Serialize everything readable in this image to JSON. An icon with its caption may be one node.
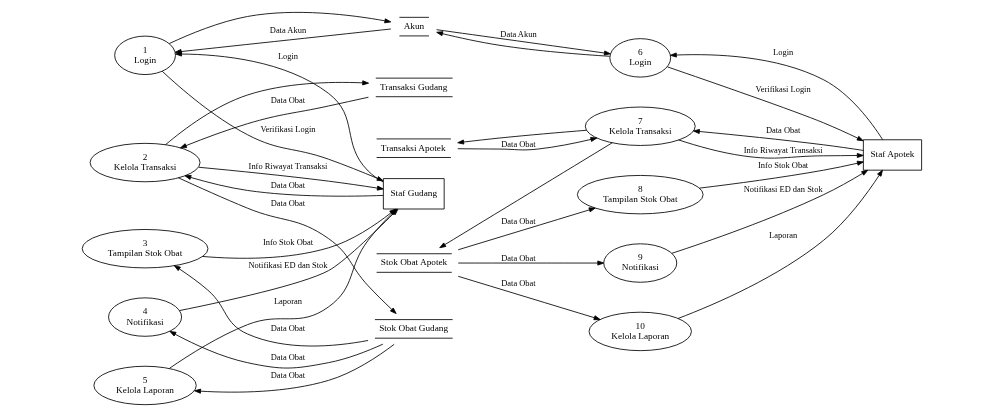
{
  "diagram": {
    "nodes": [
      {
        "text": [
          "1",
          "Login"
        ]
      },
      {
        "text": [
          "Akun"
        ]
      },
      {
        "text": [
          "6",
          "Login"
        ]
      },
      {
        "text": [
          "2",
          "Kelola Transaksi"
        ]
      },
      {
        "text": [
          "Transaksi Gudang"
        ]
      },
      {
        "text": [
          "Transaksi Apotek"
        ]
      },
      {
        "text": [
          "7",
          "Kelola Transaksi"
        ]
      },
      {
        "text": [
          "Staf Gudang"
        ]
      },
      {
        "text": [
          "3",
          "Tampilan Stok Obat"
        ]
      },
      {
        "text": [
          "8",
          "Tampilan Stok Obat"
        ]
      },
      {
        "text": [
          "Staf Apotek"
        ]
      },
      {
        "text": [
          "4",
          "Notifikasi"
        ]
      },
      {
        "text": [
          "Stok Obat Gudang"
        ]
      },
      {
        "text": [
          "Stok Obat Apotek"
        ]
      },
      {
        "text": [
          "9",
          "Notifikasi"
        ]
      },
      {
        "text": [
          "5",
          "Kelola Laporan"
        ]
      },
      {
        "text": [
          "10",
          "Kelola Laporan"
        ]
      }
    ],
    "edges": [
      {
        "from": 7,
        "to": 0,
        "label": "Login",
        "arrow": "to"
      },
      {
        "from": 0,
        "to": 7,
        "label": "Verifikasi Login",
        "arrow": "to"
      },
      {
        "from": 0,
        "to": 1,
        "arrow": "to"
      },
      {
        "from": 1,
        "to": 0,
        "label": "Data Akun",
        "arrow": "to"
      },
      {
        "from": 2,
        "to": 1,
        "arrow": "to"
      },
      {
        "from": 1,
        "to": 2,
        "label": "Data Akun",
        "arrow": "to"
      },
      {
        "from": 10,
        "to": 2,
        "label": "Login",
        "arrow": "to"
      },
      {
        "from": 2,
        "to": 10,
        "label": "Verifikasi Login",
        "arrow": "to"
      },
      {
        "from": 7,
        "to": 3,
        "label": "Data Obat",
        "arrow": "to"
      },
      {
        "from": 3,
        "to": 7,
        "label": "Info Riwayat Transaksi",
        "arrow": "to"
      },
      {
        "from": 3,
        "to": 4,
        "arrow": "to"
      },
      {
        "from": 4,
        "to": 3,
        "label": "Data Obat",
        "arrow": "to"
      },
      {
        "from": 3,
        "to": 12,
        "label": "Data Obat",
        "arrow": "to"
      },
      {
        "from": 10,
        "to": 6,
        "label": "Data Obat",
        "arrow": "to"
      },
      {
        "from": 6,
        "to": 10,
        "label": "Info Riwayat Transaksi",
        "arrow": "to"
      },
      {
        "from": 6,
        "to": 5,
        "arrow": "to"
      },
      {
        "from": 5,
        "to": 6,
        "label": "Data Obat",
        "arrow": "to"
      },
      {
        "from": 6,
        "to": 13,
        "arrow": "to"
      },
      {
        "from": 12,
        "to": 8,
        "label": "Data Obat",
        "arrow": "to"
      },
      {
        "from": 8,
        "to": 7,
        "label": "Info Stok Obat",
        "arrow": "to"
      },
      {
        "from": 13,
        "to": 9,
        "label": "Data Obat",
        "arrow": "to"
      },
      {
        "from": 9,
        "to": 10,
        "label": "Info Stok Obat",
        "arrow": "to"
      },
      {
        "from": 12,
        "to": 11,
        "label": "Data Obat",
        "arrow": "to"
      },
      {
        "from": 11,
        "to": 7,
        "label": "Notifikasi ED dan Stok",
        "arrow": "to"
      },
      {
        "from": 13,
        "to": 14,
        "label": "Data Obat",
        "arrow": "to"
      },
      {
        "from": 14,
        "to": 10,
        "label": "Notifikasi ED dan Stok",
        "arrow": "to"
      },
      {
        "from": 12,
        "to": 15,
        "label": "Data Obat",
        "arrow": "to"
      },
      {
        "from": 15,
        "to": 7,
        "label": "Laporan",
        "arrow": "to"
      },
      {
        "from": 13,
        "to": 16,
        "label": "Data Obat",
        "arrow": "to"
      },
      {
        "from": 16,
        "to": 10,
        "label": "Laporan",
        "arrow": "to"
      }
    ]
  }
}
